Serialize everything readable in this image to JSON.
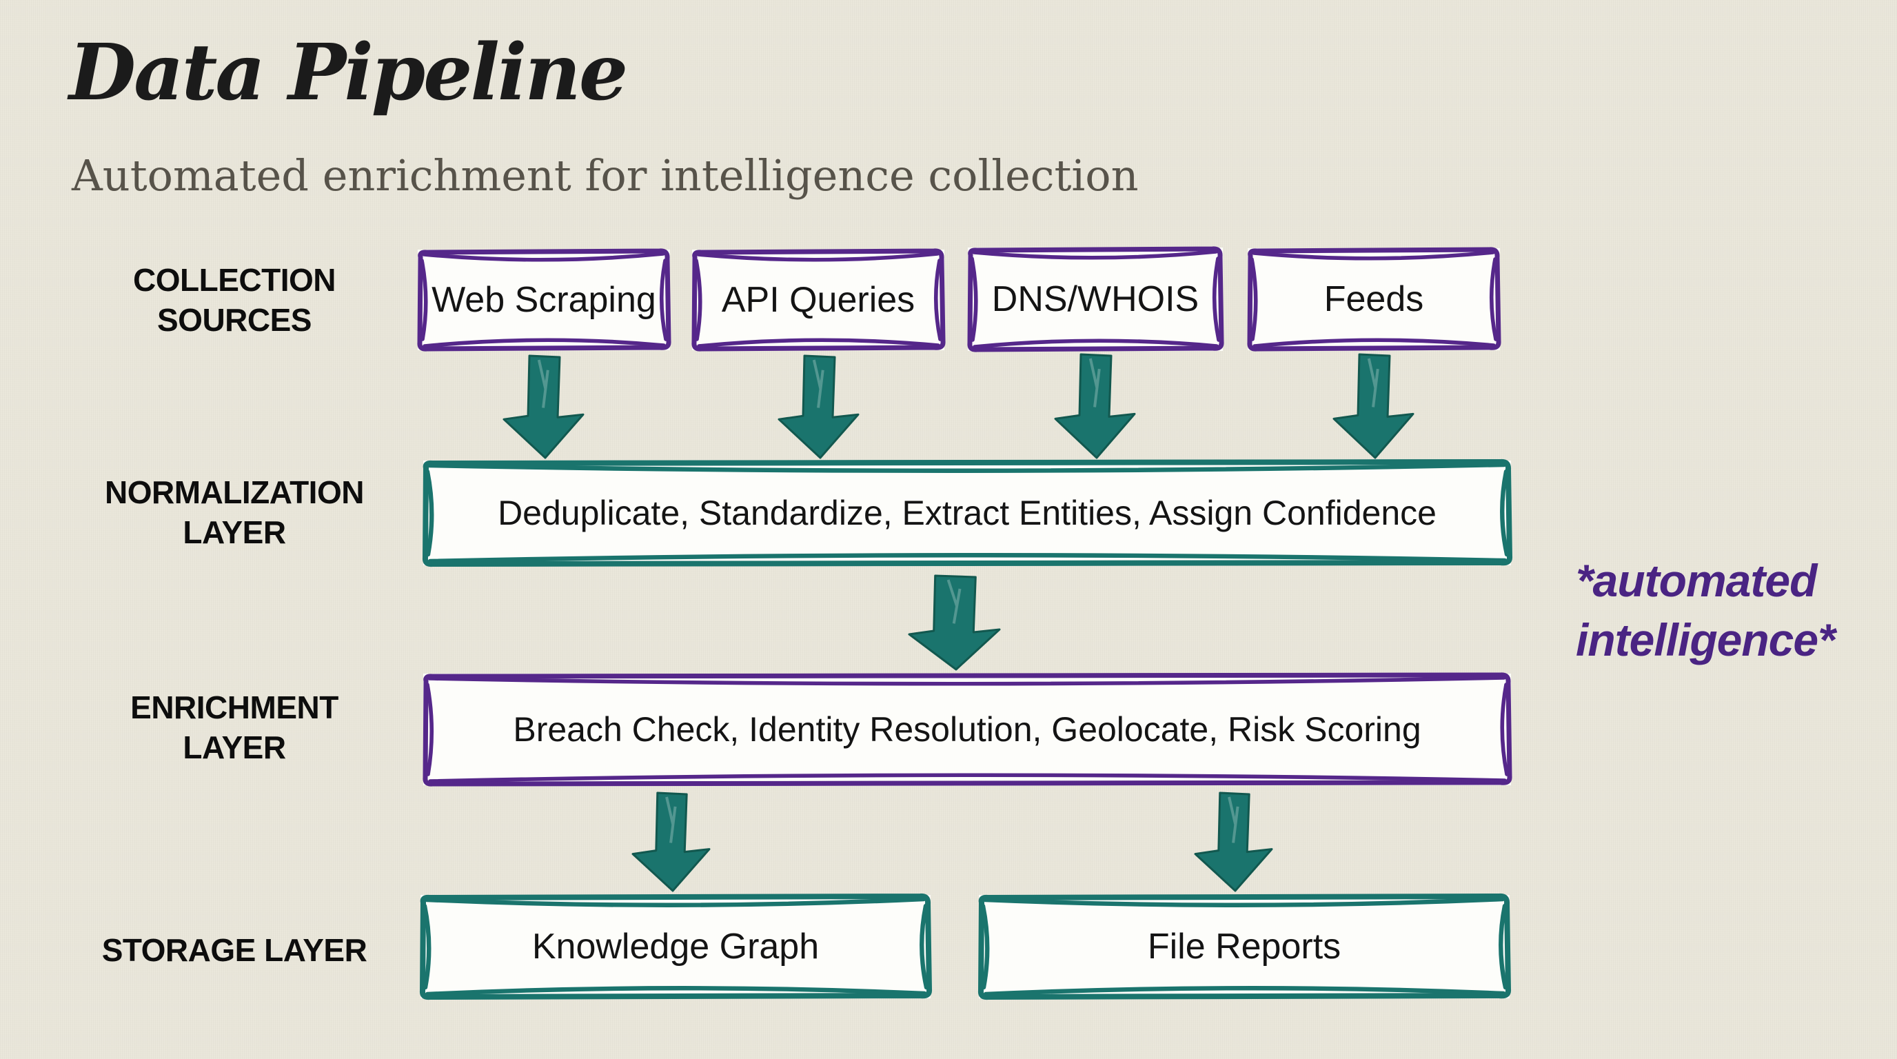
{
  "slide": {
    "title": "Data Pipeline",
    "subtitle": "Automated enrichment for intelligence collection",
    "annotation": {
      "lines": [
        "*automated",
        "intelligence*"
      ]
    }
  },
  "pipeline": {
    "rows": [
      {
        "label_lines": [
          "COLLECTION",
          "SOURCES"
        ],
        "boxes": [
          {
            "label": "Web Scraping"
          },
          {
            "label": "API Queries"
          },
          {
            "label": "DNS/WHOIS"
          },
          {
            "label": "Feeds"
          }
        ]
      },
      {
        "label_lines": [
          "NORMALIZATION",
          "LAYER"
        ],
        "boxes": [
          {
            "label": "Deduplicate, Standardize, Extract Entities, Assign Confidence"
          }
        ]
      },
      {
        "label_lines": [
          "ENRICHMENT",
          "LAYER"
        ],
        "boxes": [
          {
            "label": "Breach Check, Identity Resolution, Geolocate, Risk Scoring"
          }
        ]
      },
      {
        "label_lines": [
          "STORAGE LAYER"
        ],
        "boxes": [
          {
            "label": "Knowledge Graph"
          },
          {
            "label": "File Reports"
          }
        ]
      }
    ]
  },
  "icons": {
    "flow_arrow": "down-arrow"
  },
  "colors": {
    "background": "#e9e6da",
    "purple_border": "#55278a",
    "teal": "#1a746d",
    "teal_dark": "#12584f",
    "annotation_purple": "#4a2483",
    "title_ink": "#1b1b1b",
    "subtitle_ink": "#57534a",
    "box_fill": "#fdfdfa"
  }
}
